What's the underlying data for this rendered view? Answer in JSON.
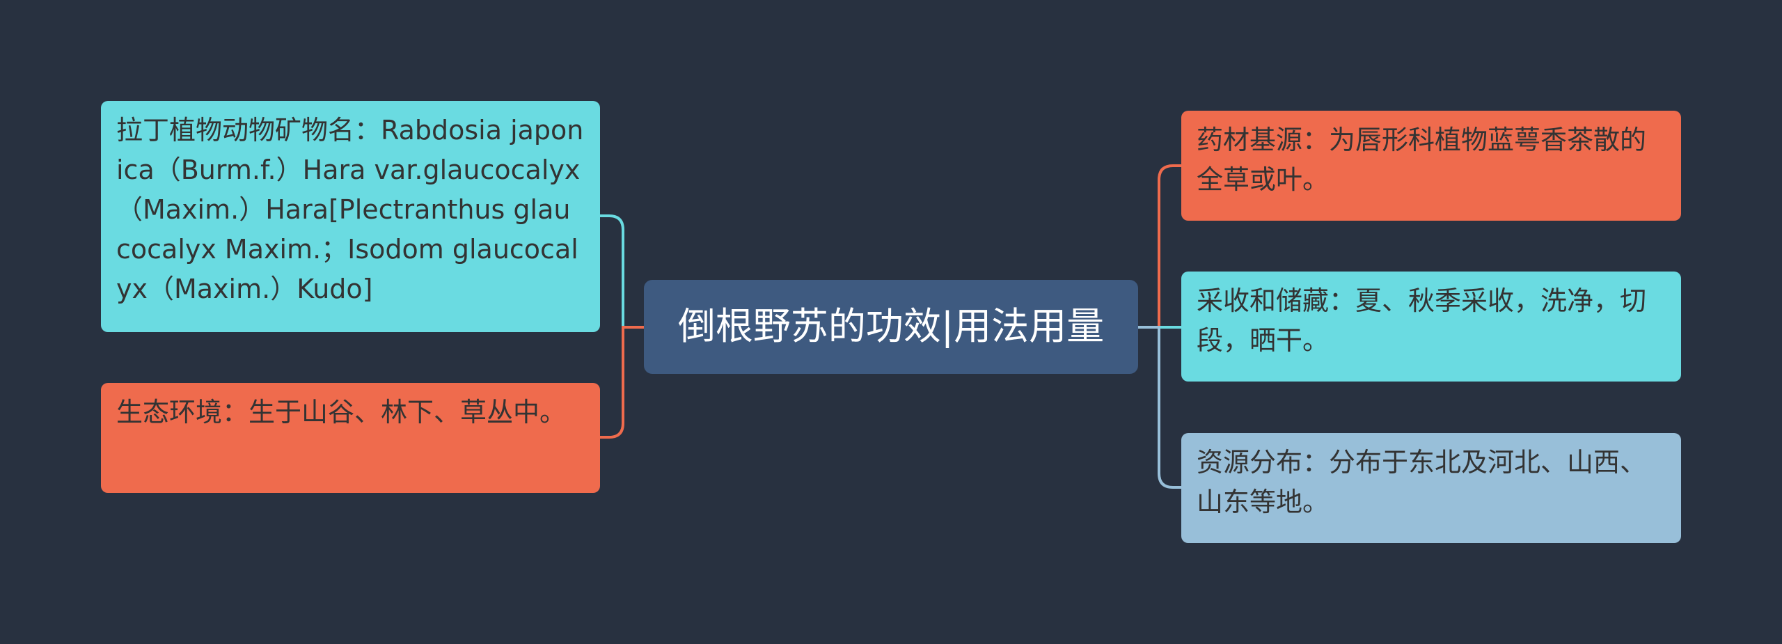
{
  "title": "倒根野苏的功效|用法用量",
  "colors": {
    "background": "#283140",
    "center": "#3e5a80",
    "cyan": "#6adbe1",
    "orange": "#ef6b4d",
    "blue": "#98bfd9"
  },
  "left_nodes": [
    {
      "text": "拉丁植物动物矿物名：Rabdosia japonica（Burm.f.）Hara var.glaucocalyx（Maxim.）Hara[Plectranthus glaucocalyx Maxim.；Isodom glaucocalyx（Maxim.）Kudo]",
      "color": "#6adbe1"
    },
    {
      "text": "生态环境：生于山谷、林下、草丛中。",
      "color": "#ef6b4d"
    }
  ],
  "right_nodes": [
    {
      "text": "药材基源：为唇形科植物蓝萼香茶散的全草或叶。",
      "color": "#ef6b4d"
    },
    {
      "text": "采收和储藏：夏、秋季采收，洗净，切段，晒干。",
      "color": "#6adbe1"
    },
    {
      "text": "资源分布：分布于东北及河北、山西、山东等地。",
      "color": "#98bfd9"
    }
  ]
}
